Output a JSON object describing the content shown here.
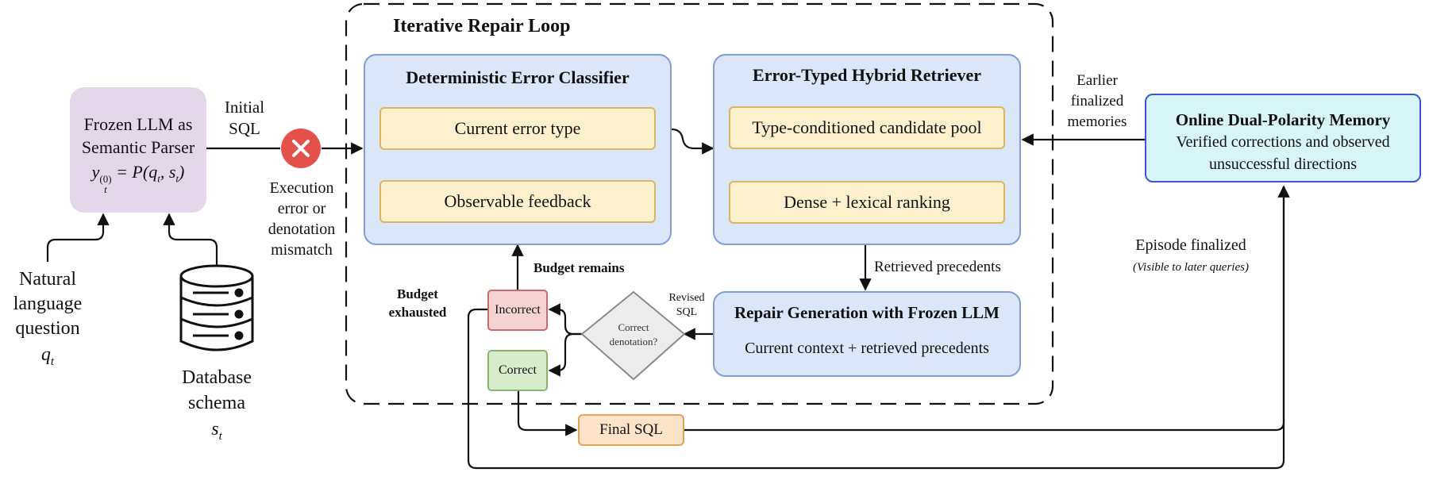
{
  "loop_title": "Iterative Repair Loop",
  "parser": {
    "line1": "Frozen LLM as",
    "line2": "Semantic Parser",
    "formula_lhs": "y",
    "formula_sub": "t",
    "formula_sup": "(0)",
    "formula_rhs": "= P(q",
    "formula_rhs_sub1": "t",
    "formula_rhs_mid": ", s",
    "formula_rhs_sub2": "t",
    "formula_rhs_end": ")"
  },
  "question": {
    "line1": "Natural",
    "line2": "language",
    "line3": "question",
    "sym": "q",
    "sub": "t"
  },
  "schema": {
    "line1": "Database",
    "line2": "schema",
    "sym": "s",
    "sub": "t"
  },
  "initial_sql": {
    "line1": "Initial",
    "line2": "SQL"
  },
  "exec_error": {
    "line1": "Execution",
    "line2": "error or",
    "line3": "denotation",
    "line4": "mismatch"
  },
  "classifier": {
    "title": "Deterministic Error Classifier",
    "current": "Current error type",
    "feedback": "Observable feedback"
  },
  "retriever": {
    "title": "Error-Typed Hybrid Retriever",
    "pool": "Type-conditioned candidate pool",
    "ranking": "Dense + lexical ranking"
  },
  "earlier": {
    "line1": "Earlier",
    "line2": "finalized",
    "line3": "memories"
  },
  "memory": {
    "title": "Online Dual-Polarity Memory",
    "line1": "Verified corrections and observed",
    "line2": "unsuccessful directions"
  },
  "retrieved_precedents": "Retrieved precedents",
  "repair": {
    "title": "Repair Generation with Frozen LLM",
    "sub": "Current context + retrieved precedents"
  },
  "revised_sql": {
    "line1": "Revised",
    "line2": "SQL"
  },
  "decision": {
    "line1": "Correct",
    "line2": "denotation?"
  },
  "incorrect": "Incorrect",
  "correct": "Correct",
  "budget_remains": "Budget remains",
  "budget_exhausted": {
    "line1": "Budget",
    "line2": "exhausted"
  },
  "final_sql": "Final SQL",
  "episode": {
    "line1": "Episode finalized",
    "line2": "(Visible to later queries)"
  },
  "colors": {
    "panel": "#dbe6f8",
    "panel_border": "#7f9fd2",
    "yellow": "#fdf1cd",
    "parser": "#e4d7ea",
    "memory": "#d7f4f7",
    "memory_border": "#3a55e0",
    "error_circle": "#e4504a"
  }
}
